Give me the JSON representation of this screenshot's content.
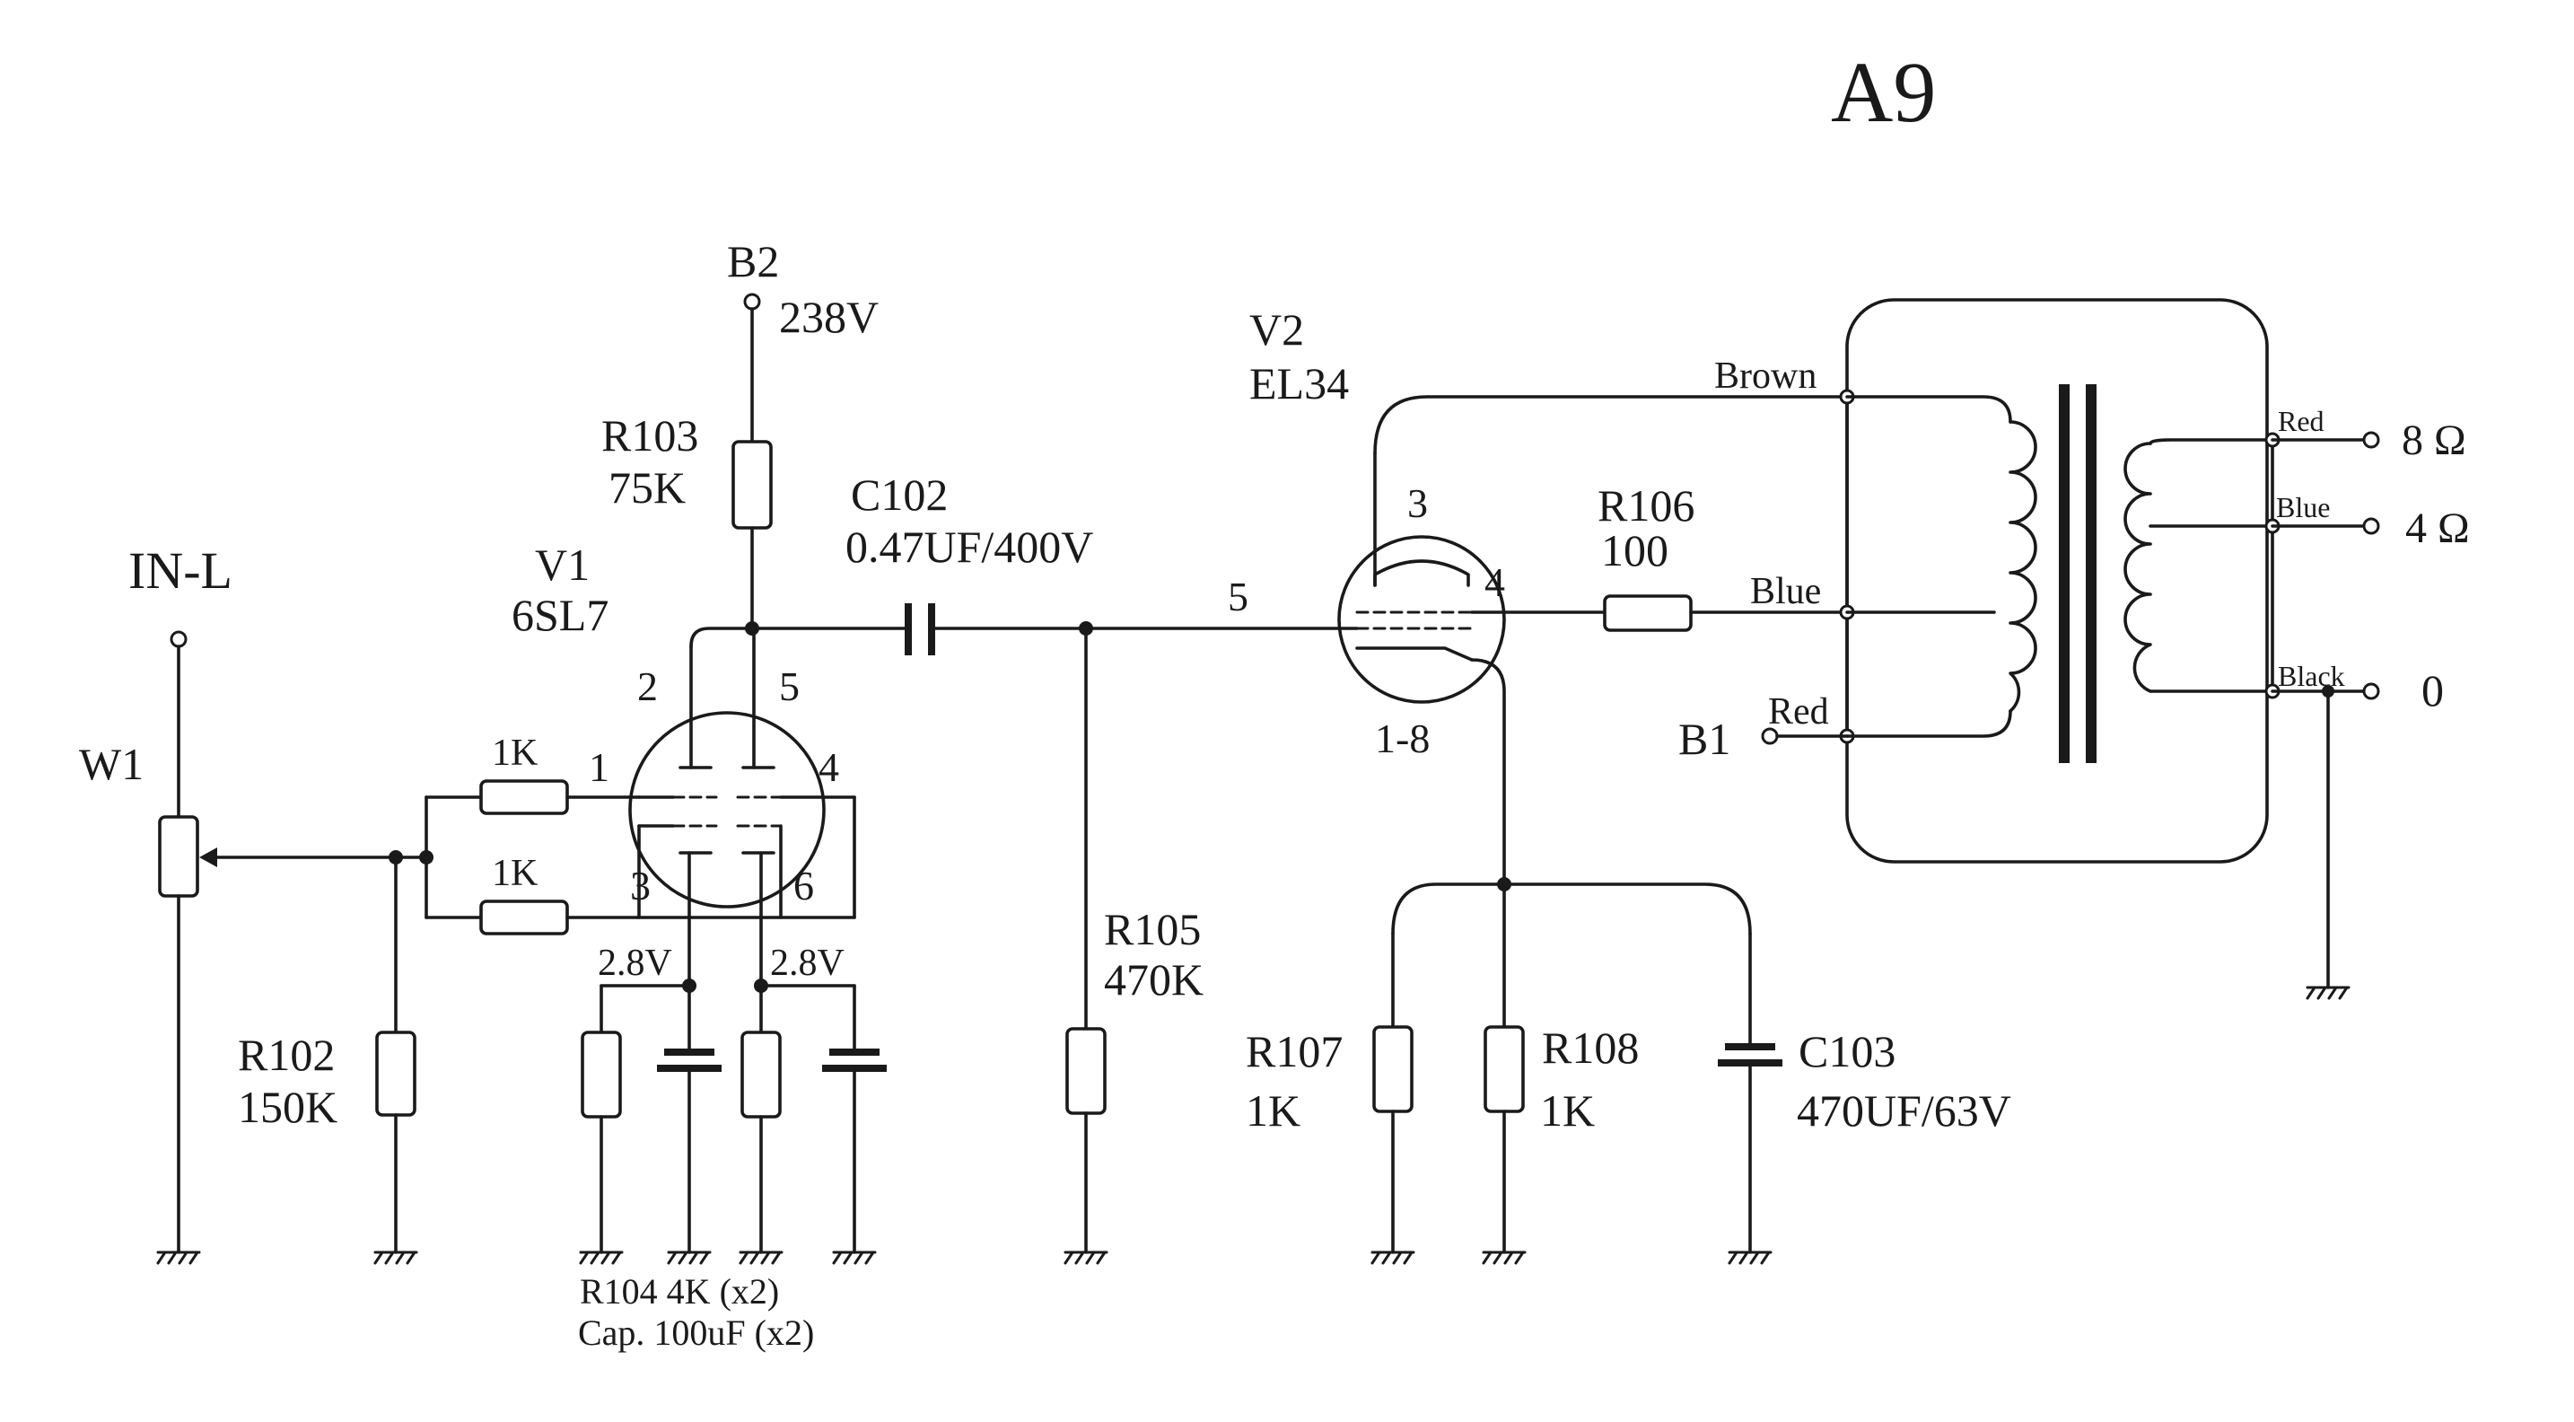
{
  "title": "A9",
  "input": {
    "label": "IN-L",
    "pot": "W1"
  },
  "supply": {
    "b2": "B2",
    "b2_voltage": "238V",
    "b1": "B1"
  },
  "v1": {
    "ref": "V1",
    "type": "6SL7",
    "pins": [
      "2",
      "5",
      "1",
      "4",
      "3",
      "6"
    ]
  },
  "v2": {
    "ref": "V2",
    "type": "EL34",
    "pins": [
      "3",
      "5",
      "4",
      "1-8"
    ]
  },
  "resistors": {
    "r102": {
      "ref": "R102",
      "value": "150K"
    },
    "r103": {
      "ref": "R103",
      "value": "75K"
    },
    "r105": {
      "ref": "R105",
      "value": "470K"
    },
    "r106": {
      "ref": "R106",
      "value": "100"
    },
    "r107": {
      "ref": "R107",
      "value": "1K"
    },
    "r108": {
      "ref": "R108",
      "value": "1K"
    },
    "grid_a": "1K",
    "grid_b": "1K"
  },
  "capacitors": {
    "c102": {
      "ref": "C102",
      "value": "0.47UF/400V"
    },
    "c103": {
      "ref": "C103",
      "value": "470UF/63V"
    }
  },
  "cathode": {
    "voltage_left": "2.8V",
    "voltage_right": "2.8V",
    "note_line1": "R104 4K (x2)",
    "note_line2": "Cap. 100uF (x2)"
  },
  "transformer": {
    "primary": [
      "Brown",
      "Blue",
      "Red"
    ],
    "secondary": [
      "Red",
      "Blue",
      "Black"
    ],
    "outputs": [
      "8 Ω",
      "4 Ω",
      "0"
    ]
  }
}
